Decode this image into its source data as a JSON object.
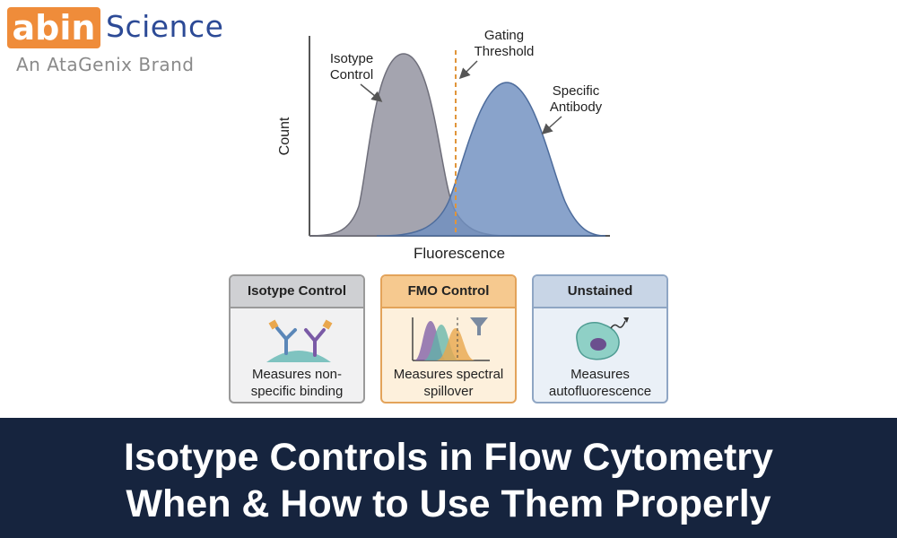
{
  "logo": {
    "abin": "abin",
    "science": "Science",
    "brand": "An AtaGenix Brand",
    "colors": {
      "abin_bg": "#ef8c3a",
      "science": "#2c4a96",
      "brand": "#8a8a8a"
    }
  },
  "diagram": {
    "y_axis_label": "Count",
    "x_axis_label": "Fluorescence",
    "isotype_label": [
      "Isotype",
      "Control"
    ],
    "threshold_label": [
      "Gating",
      "Threshold"
    ],
    "antibody_label": [
      "Specific",
      "Antibody"
    ],
    "colors": {
      "isotype": "#9a9aa6",
      "antibody": "#6f8fbf",
      "threshold": "#e0953a",
      "axis": "#555555"
    }
  },
  "cards": [
    {
      "title": "Isotype Control",
      "description": [
        "Measures non-",
        "specific binding"
      ],
      "icon": "antibody-binding-icon",
      "colors": {
        "border": "#9a9a9a",
        "header": "#cfd0d3",
        "body": "#f1f1f2"
      }
    },
    {
      "title": "FMO Control",
      "description": [
        "Measures spectral",
        "spillover"
      ],
      "icon": "spectral-spillover-icon",
      "colors": {
        "border": "#e3a35a",
        "header": "#f6c98f",
        "body": "#fdf0dc"
      }
    },
    {
      "title": "Unstained",
      "description": [
        "Measures",
        "autofluorescence"
      ],
      "icon": "autofluorescent-cell-icon",
      "colors": {
        "border": "#8fa6c4",
        "header": "#c8d5e6",
        "body": "#eaf0f7"
      }
    }
  ],
  "banner": {
    "line1": "Isotype Controls in Flow Cytometry",
    "line2": "When & How to Use Them Properly",
    "background": "#16243e"
  }
}
